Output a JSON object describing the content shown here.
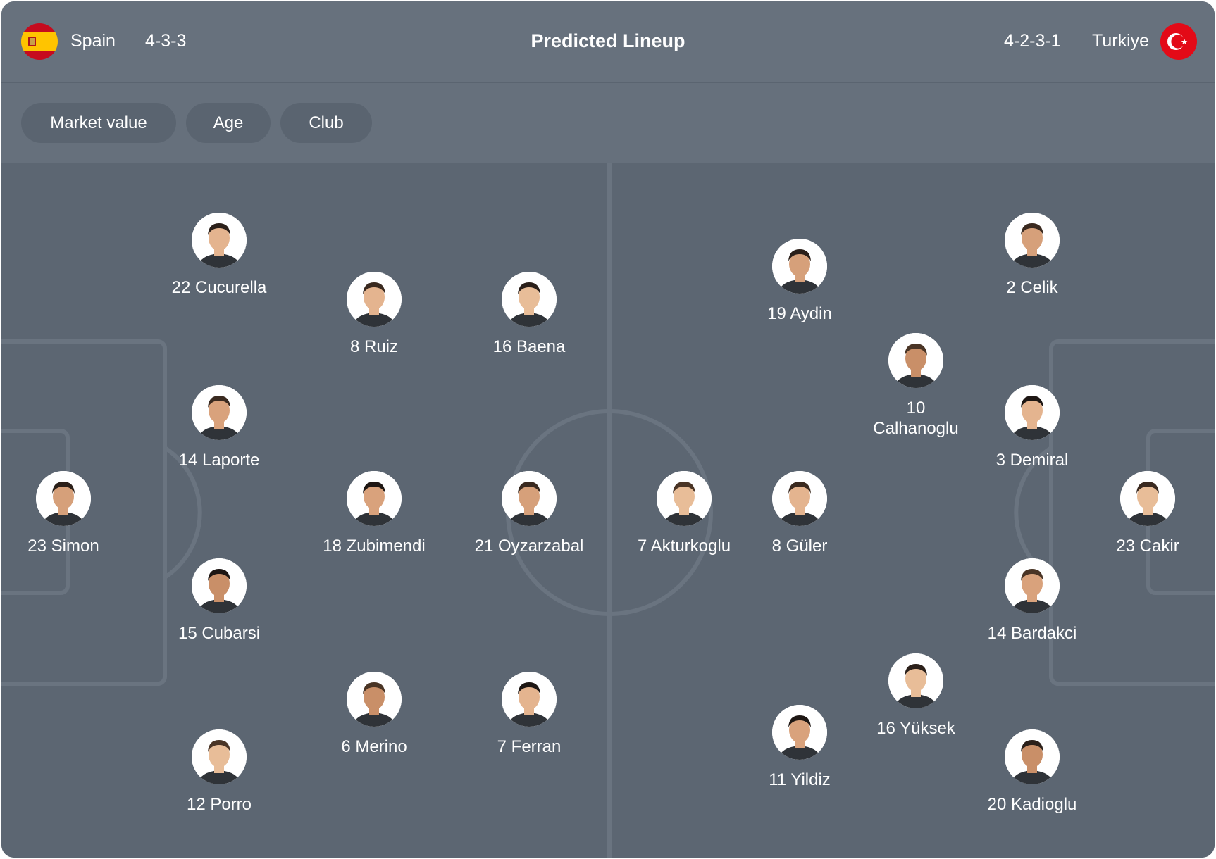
{
  "header": {
    "title": "Predicted Lineup",
    "home": {
      "name": "Spain",
      "formation": "4-3-3",
      "flag": "spain-flag"
    },
    "away": {
      "name": "Turkiye",
      "formation": "4-2-3-1",
      "flag": "turkiye-flag"
    }
  },
  "filters": [
    "Market value",
    "Age",
    "Club"
  ],
  "colors": {
    "header_bg": "#67717d",
    "pitch_bg": "#5c6672",
    "pitch_lines": "#6a7480",
    "pill_bg": "#5a6470",
    "text": "#ffffff",
    "spain_red": "#c60b1e",
    "spain_yellow": "#ffc400",
    "turkey_red": "#e30a17"
  },
  "home_players": [
    {
      "label": "22 Cucurella"
    },
    {
      "label": "14 Laporte"
    },
    {
      "label": "15 Cubarsi"
    },
    {
      "label": "12 Porro"
    },
    {
      "label": "23 Simon"
    },
    {
      "label": "8 Ruiz"
    },
    {
      "label": "18 Zubimendi"
    },
    {
      "label": "6 Merino"
    },
    {
      "label": "16 Baena"
    },
    {
      "label": "21 Oyzarzabal"
    },
    {
      "label": "7 Ferran"
    }
  ],
  "away_players": [
    {
      "label": "7 Akturkoglu"
    },
    {
      "label": "19 Aydin"
    },
    {
      "label": "8 Güler"
    },
    {
      "label": "11 Yildiz"
    },
    {
      "label": "10\nCalhanoglu"
    },
    {
      "label": "16 Yüksek"
    },
    {
      "label": "2 Celik"
    },
    {
      "label": "3 Demiral"
    },
    {
      "label": "14 Bardakci"
    },
    {
      "label": "20 Kadioglu"
    },
    {
      "label": "23 Cakir"
    }
  ]
}
